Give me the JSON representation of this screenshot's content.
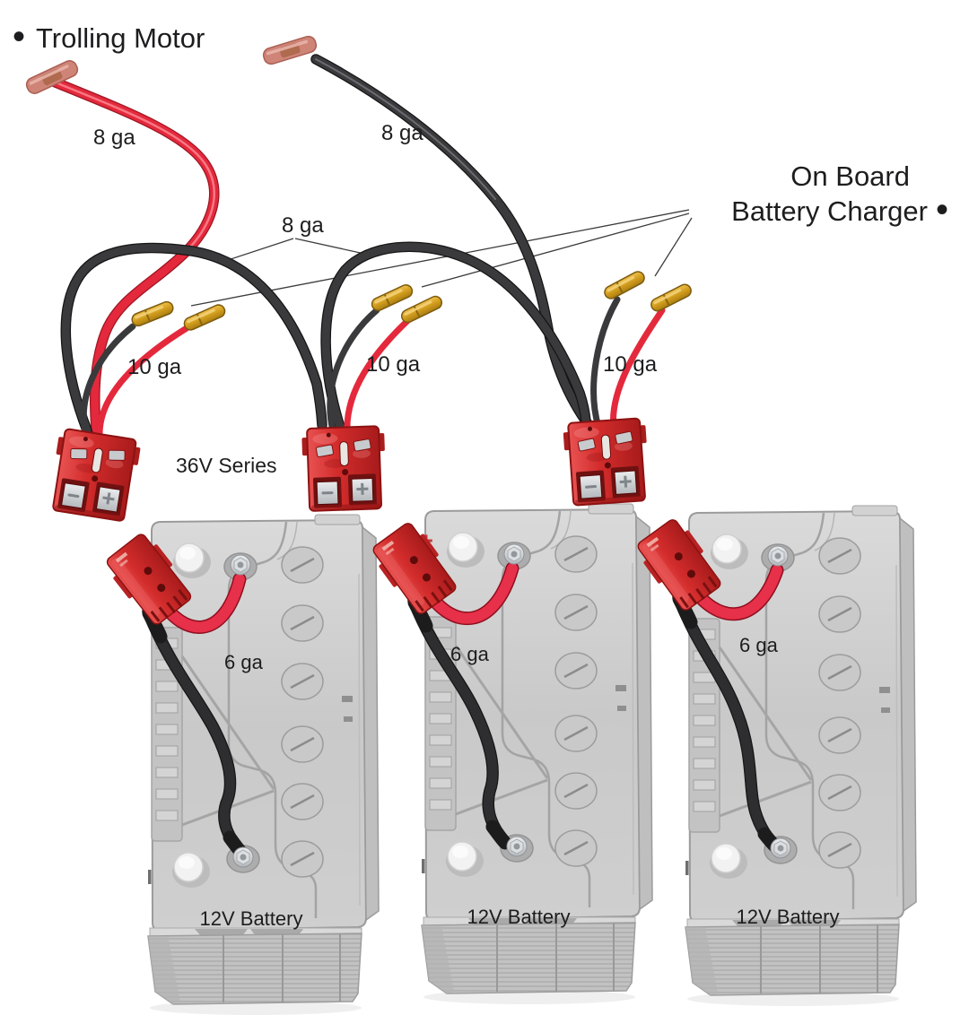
{
  "labels": {
    "trolling_bullet": "•",
    "trolling_motor": "Trolling Motor",
    "charger_line1": "On Board",
    "charger_line2": "Battery Charger",
    "charger_bullet": "•",
    "gauge_8": "8 ga",
    "gauge_10": "10 ga",
    "gauge_6": "6 ga",
    "series": "36V Series",
    "battery": "12V Battery",
    "plus": "+"
  },
  "colors": {
    "wire_red": "#e4293c",
    "wire_black": "#3a3a3d",
    "jumper_red": "#e73049",
    "connector_red": "#d32c2c",
    "bullet_yellow": "#d9a422",
    "butt_pink": "#cf8478",
    "battery_gray": "#cccccc",
    "text": "#1d1d1f",
    "plus_red": "#c23b3b",
    "leader_line": "#3c3c3c"
  }
}
